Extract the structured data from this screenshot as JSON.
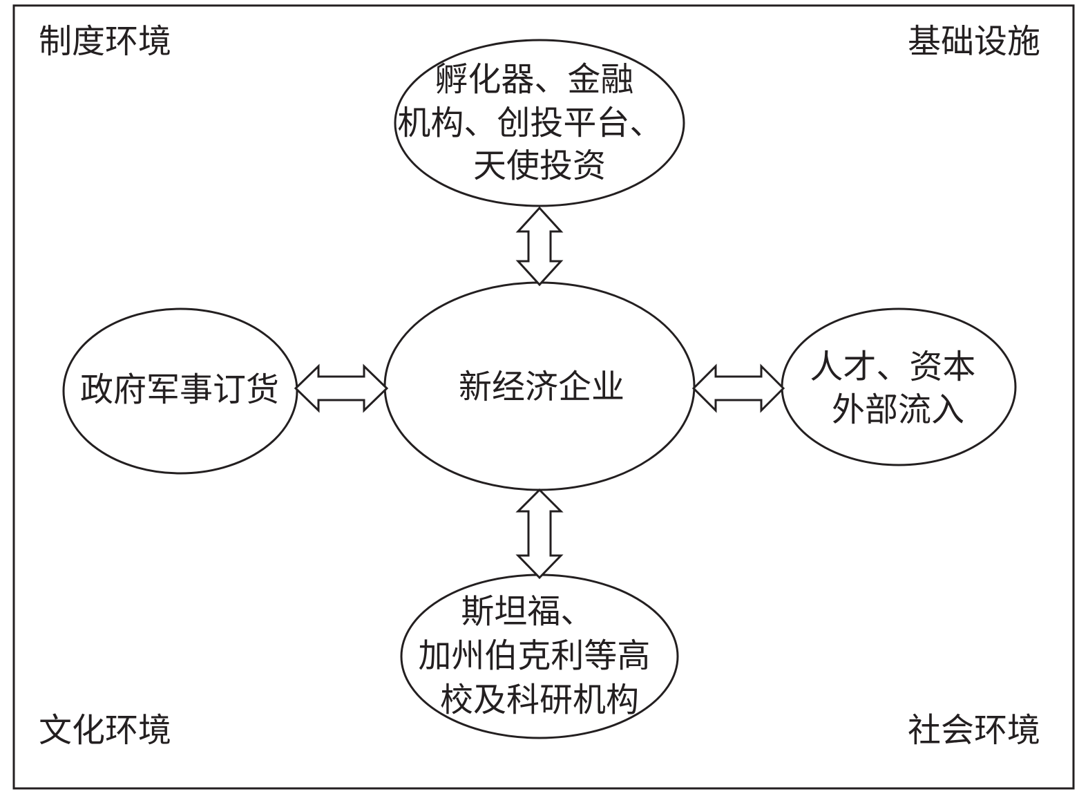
{
  "corners": {
    "top_left": "制度环境",
    "top_right": "基础设施",
    "bottom_left": "文化环境",
    "bottom_right": "社会环境"
  },
  "nodes": {
    "center": {
      "lines": [
        "新经济企业"
      ]
    },
    "top": {
      "lines": [
        "孵化器、金融",
        "机构、创投平台、",
        "天使投资"
      ]
    },
    "left": {
      "lines": [
        "政府军事订货"
      ]
    },
    "right": {
      "lines": [
        "人才、资本",
        "外部流入"
      ]
    },
    "bottom": {
      "lines": [
        "斯坦福、",
        "加州伯克利等高",
        "校及科研机构"
      ]
    }
  },
  "colors": {
    "stroke": "#231f20",
    "fill": "#ffffff"
  }
}
